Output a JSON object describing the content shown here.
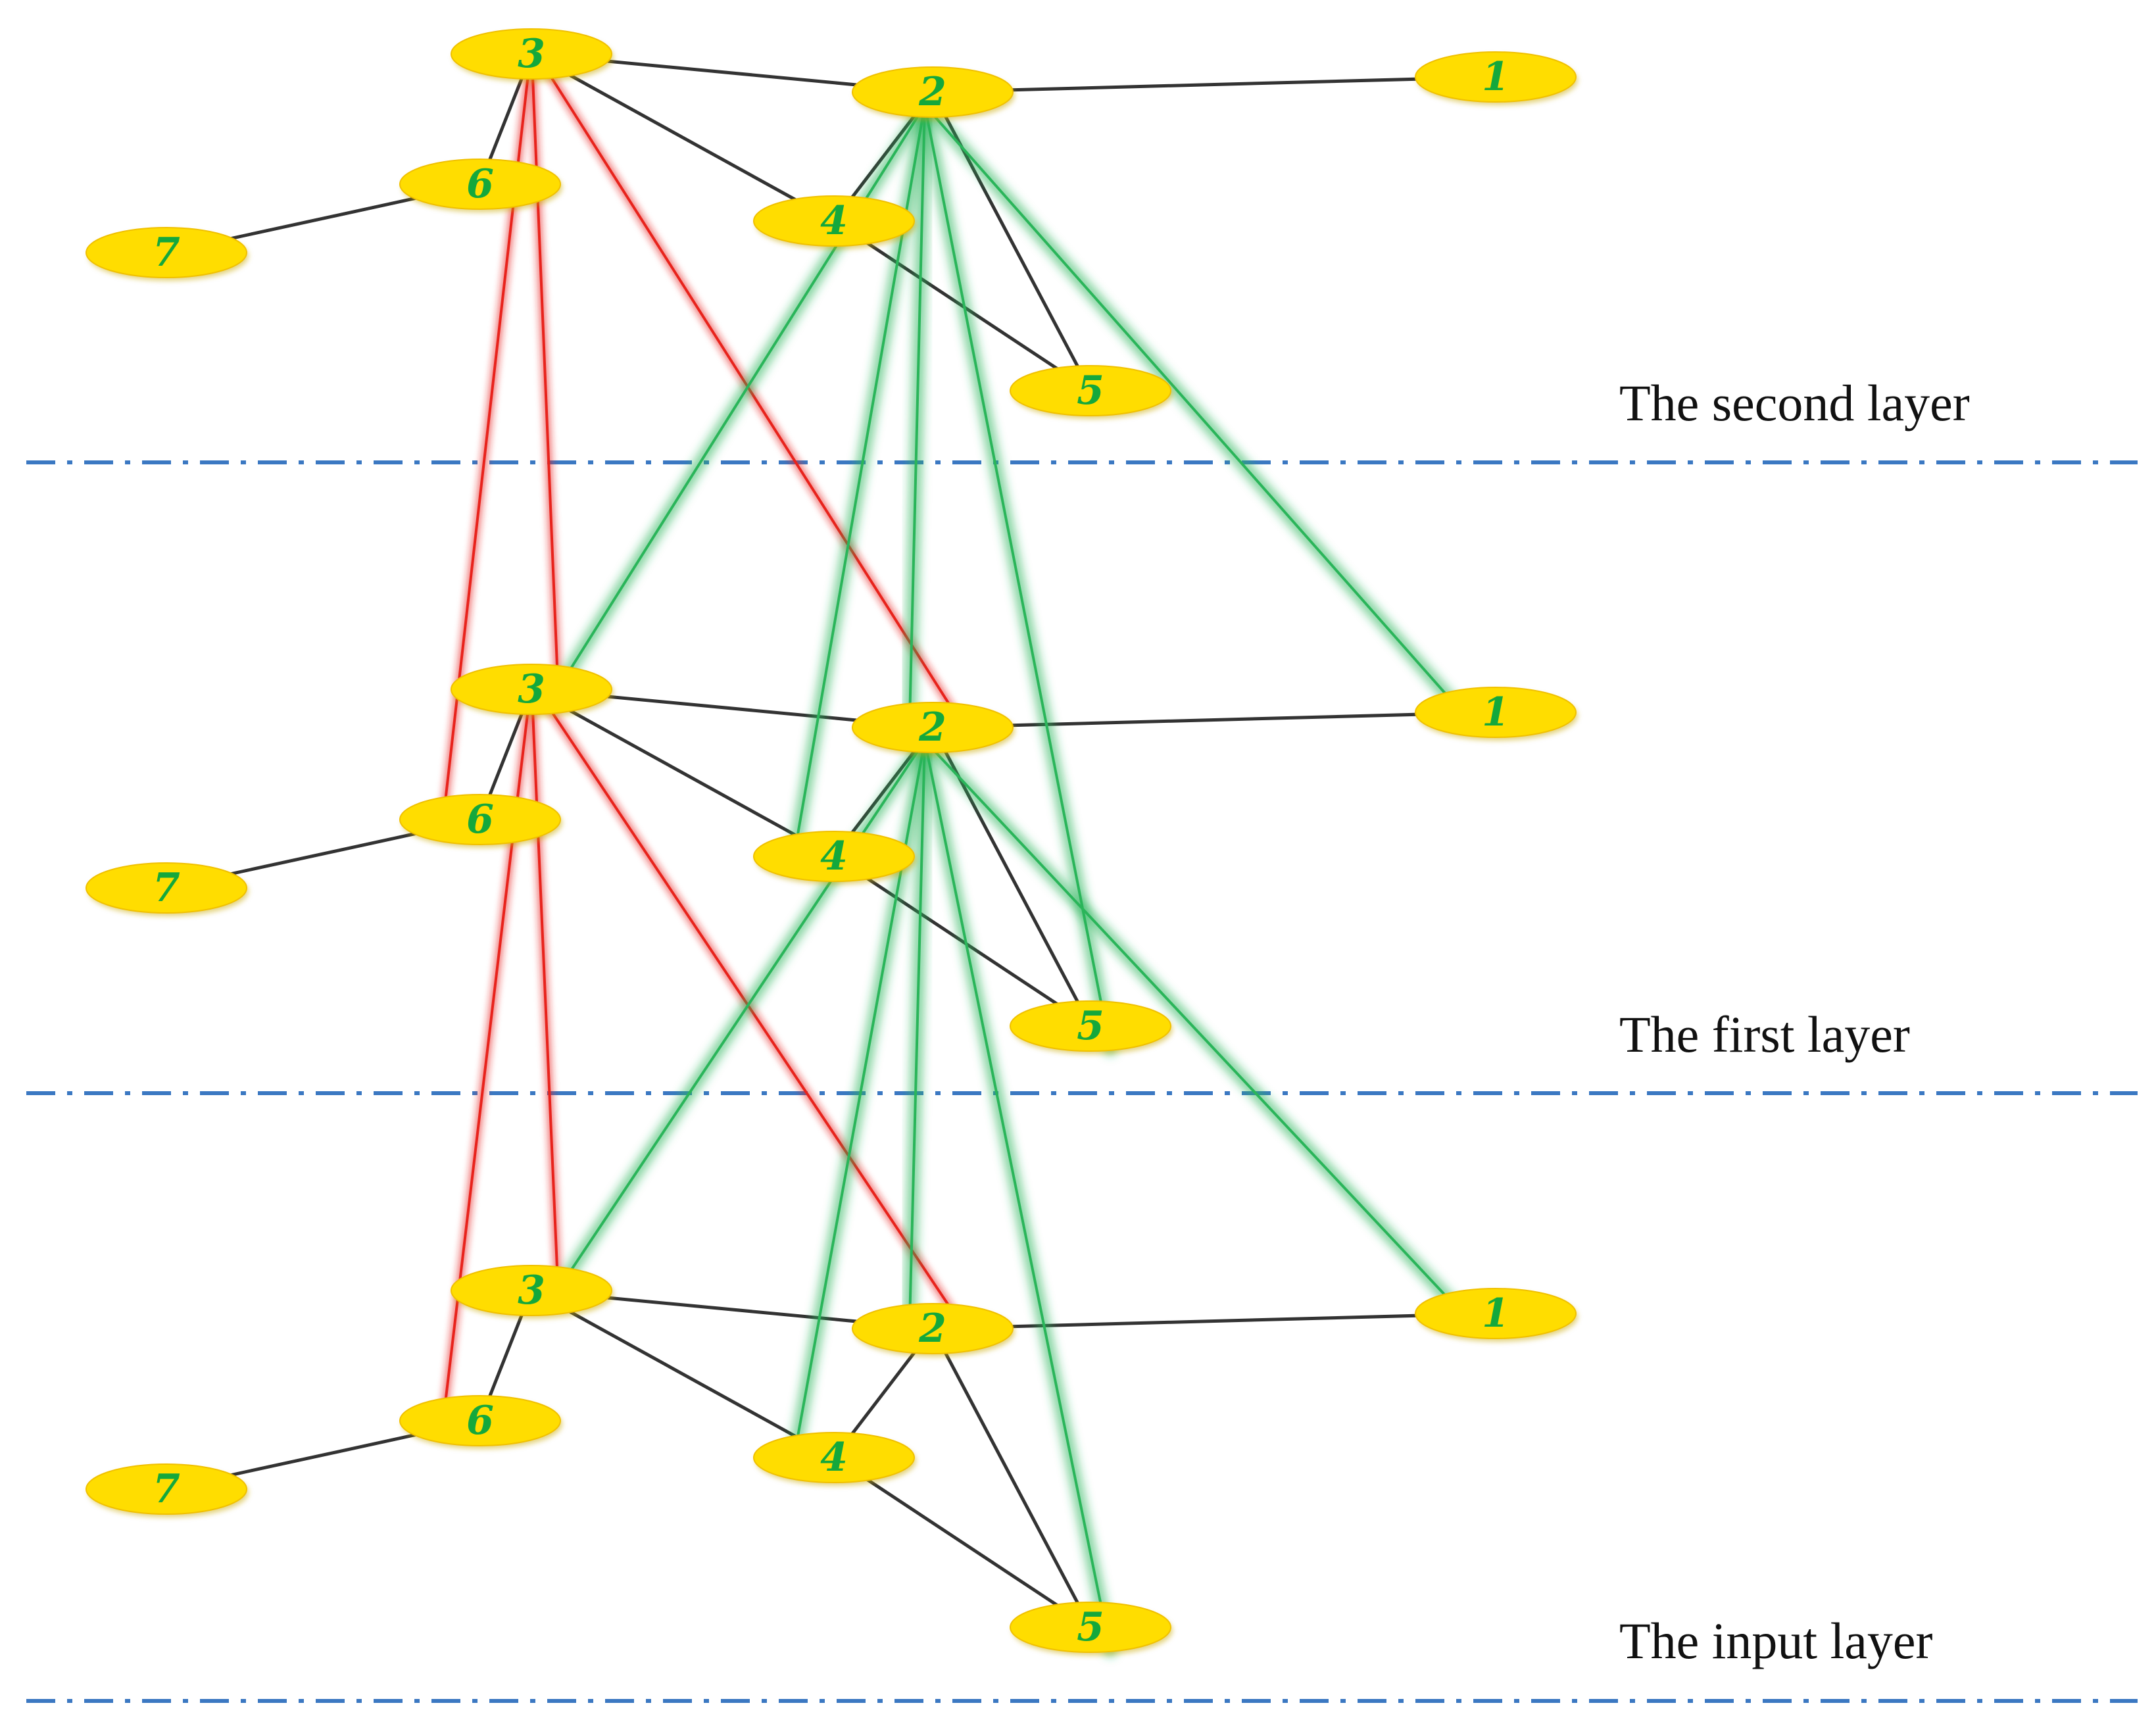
{
  "layers": [
    {
      "id": "second",
      "label": "The second layer"
    },
    {
      "id": "first",
      "label": "The first layer"
    },
    {
      "id": "input",
      "label": "The input layer"
    }
  ],
  "nodes": [
    "1",
    "2",
    "3",
    "4",
    "5",
    "6",
    "7"
  ],
  "edges": [
    [
      "3",
      "2"
    ],
    [
      "2",
      "1"
    ],
    [
      "3",
      "6"
    ],
    [
      "6",
      "7"
    ],
    [
      "3",
      "4"
    ],
    [
      "2",
      "4"
    ],
    [
      "2",
      "5"
    ],
    [
      "4",
      "5"
    ]
  ],
  "cross_layer_links": {
    "red": [
      [
        "3",
        "3"
      ],
      [
        "3",
        "2"
      ],
      [
        "3",
        "6"
      ]
    ],
    "green": [
      [
        "2",
        "3"
      ],
      [
        "2",
        "4"
      ],
      [
        "2",
        "2"
      ],
      [
        "2",
        "5"
      ],
      [
        "2",
        "1"
      ]
    ]
  },
  "colors": {
    "node_fill": "#ffdd00",
    "node_label": "#14a83c",
    "graph_edge": "#333333",
    "red_link": "#e8231c",
    "green_link": "#2ab55a",
    "divider": "#3b78c2"
  }
}
